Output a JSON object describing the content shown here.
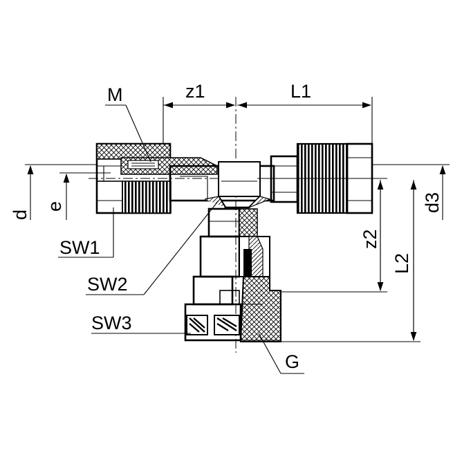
{
  "drawing": {
    "labels": {
      "M": "M",
      "z1": "z1",
      "L1": "L1",
      "d": "d",
      "e": "e",
      "d3": "d3",
      "z2": "z2",
      "L2": "L2",
      "SW1": "SW1",
      "SW2": "SW2",
      "SW3": "SW3",
      "G": "G"
    }
  }
}
